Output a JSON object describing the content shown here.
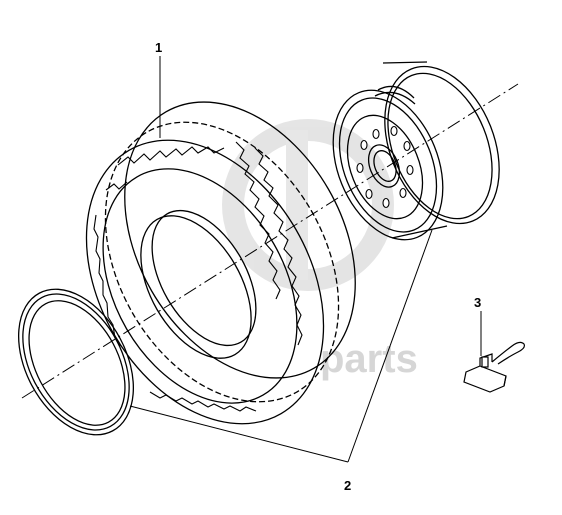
{
  "diagram": {
    "callouts": [
      {
        "id": "1",
        "label": "1"
      },
      {
        "id": "2",
        "label": "2"
      },
      {
        "id": "3",
        "label": "3"
      }
    ],
    "parts": [
      {
        "name": "tyre",
        "callout": "1"
      },
      {
        "name": "wheel-rim",
        "callout": "2"
      },
      {
        "name": "lock-ring",
        "callout": "2"
      },
      {
        "name": "valve-clip",
        "callout": "3"
      }
    ],
    "watermark": {
      "text": "parts"
    },
    "colors": {
      "line": "#000000",
      "watermark": "#d6d6d6",
      "background": "#ffffff"
    }
  }
}
